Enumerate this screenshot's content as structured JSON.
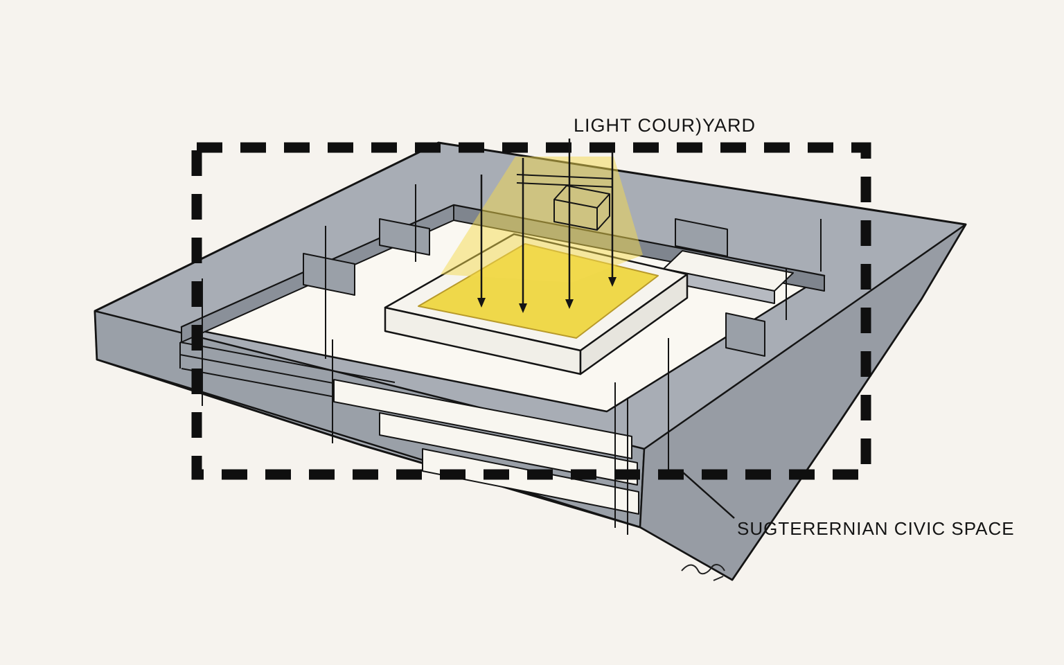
{
  "diagram": {
    "type": "architectural-concept-sketch",
    "labels": {
      "light_courtyard": "LIGHT COUR)YARD",
      "civic_space": "SUGTERERNIAN CIVIC SPACE"
    },
    "colors": {
      "background": "#f6f3ee",
      "concrete_gray": "#a8adb5",
      "concrete_gray_front": "#9aa0a8",
      "concrete_gray_dark": "#878d96",
      "interior_white": "#faf8f2",
      "courtyard_yellow": "#efd84a",
      "beam_yellow": "#f3d94e",
      "ink_black": "#141414"
    }
  }
}
